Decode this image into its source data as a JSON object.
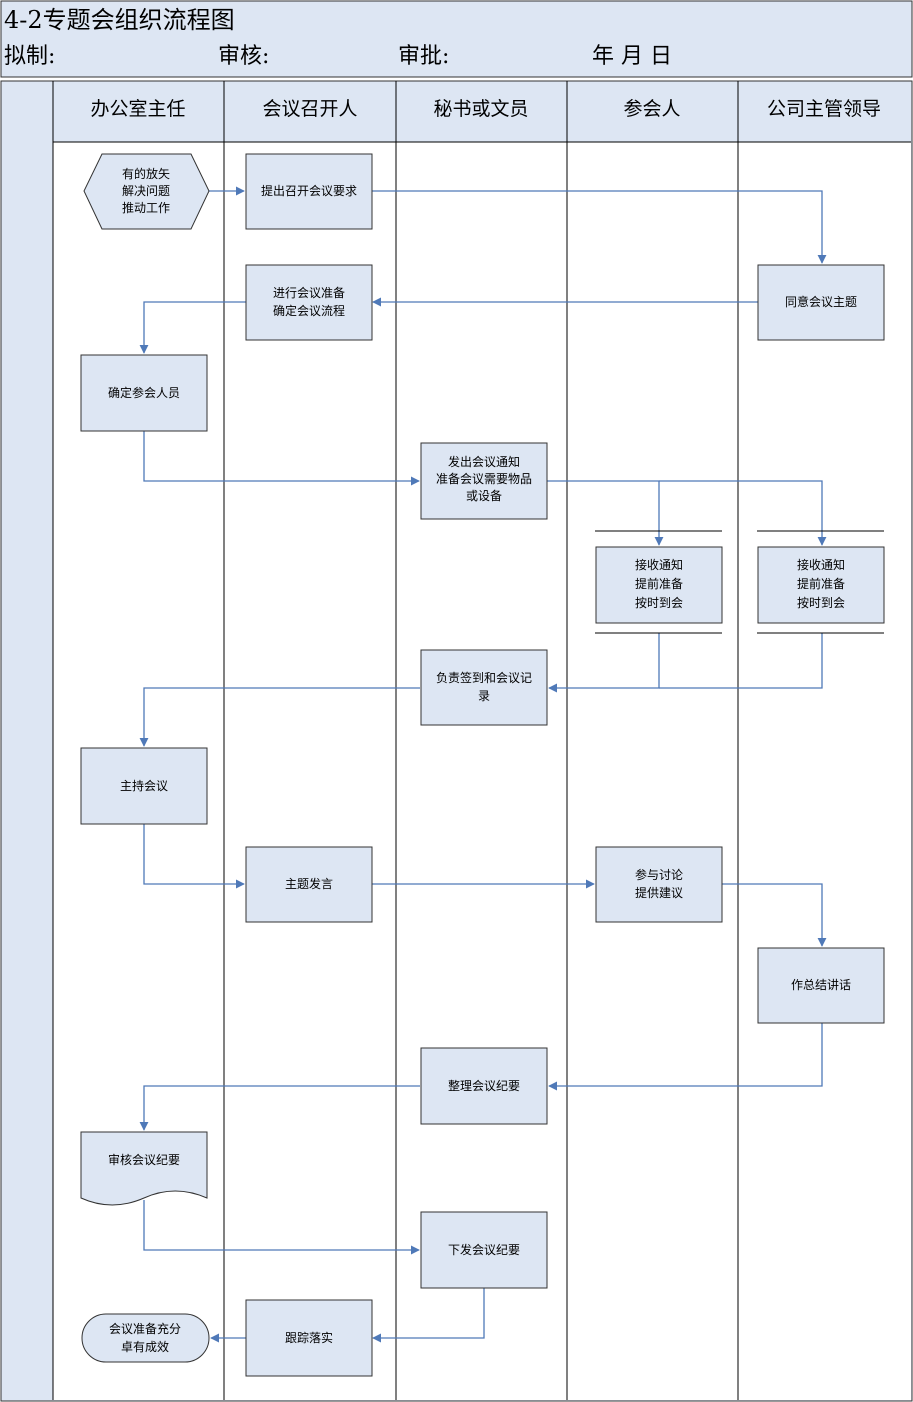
{
  "header": {
    "title": "4-2专题会组织流程图",
    "drafted_label": "拟制:",
    "reviewed_label": "审核:",
    "approved_label": "审批:",
    "date_label": "年 月 日"
  },
  "lanes": [
    "办公室主任",
    "会议召开人",
    "秘书或文员",
    "参会人",
    "公司主管领导"
  ],
  "nodes": {
    "n_start": [
      "有的放矢",
      "解决问题",
      "推动工作"
    ],
    "n_request": [
      "提出召开会议要求"
    ],
    "n_agree": [
      "同意会议主题"
    ],
    "n_prepare": [
      "进行会议准备",
      "确定会议流程"
    ],
    "n_attendees": [
      "确定参会人员"
    ],
    "n_notice": [
      "发出会议通知",
      "准备会议需要物品",
      "或设备"
    ],
    "n_recv1": [
      "接收通知",
      "提前准备",
      "按时到会"
    ],
    "n_recv2": [
      "接收通知",
      "提前准备",
      "按时到会"
    ],
    "n_signin": [
      "负责签到和会议记",
      "录"
    ],
    "n_host": [
      "主持会议"
    ],
    "n_speech": [
      "主题发言"
    ],
    "n_discuss": [
      "参与讨论",
      "提供建议"
    ],
    "n_summary": [
      "作总结讲话"
    ],
    "n_minutes": [
      "整理会议纪要"
    ],
    "n_review": [
      "审核会议纪要"
    ],
    "n_issue": [
      "下发会议纪要"
    ],
    "n_track": [
      "跟踪落实"
    ],
    "n_end": [
      "会议准备充分",
      "卓有成效"
    ]
  },
  "colors": {
    "box_fill": "#dde6f3",
    "box_stroke": "#333333",
    "connector": "#4f79b8"
  }
}
